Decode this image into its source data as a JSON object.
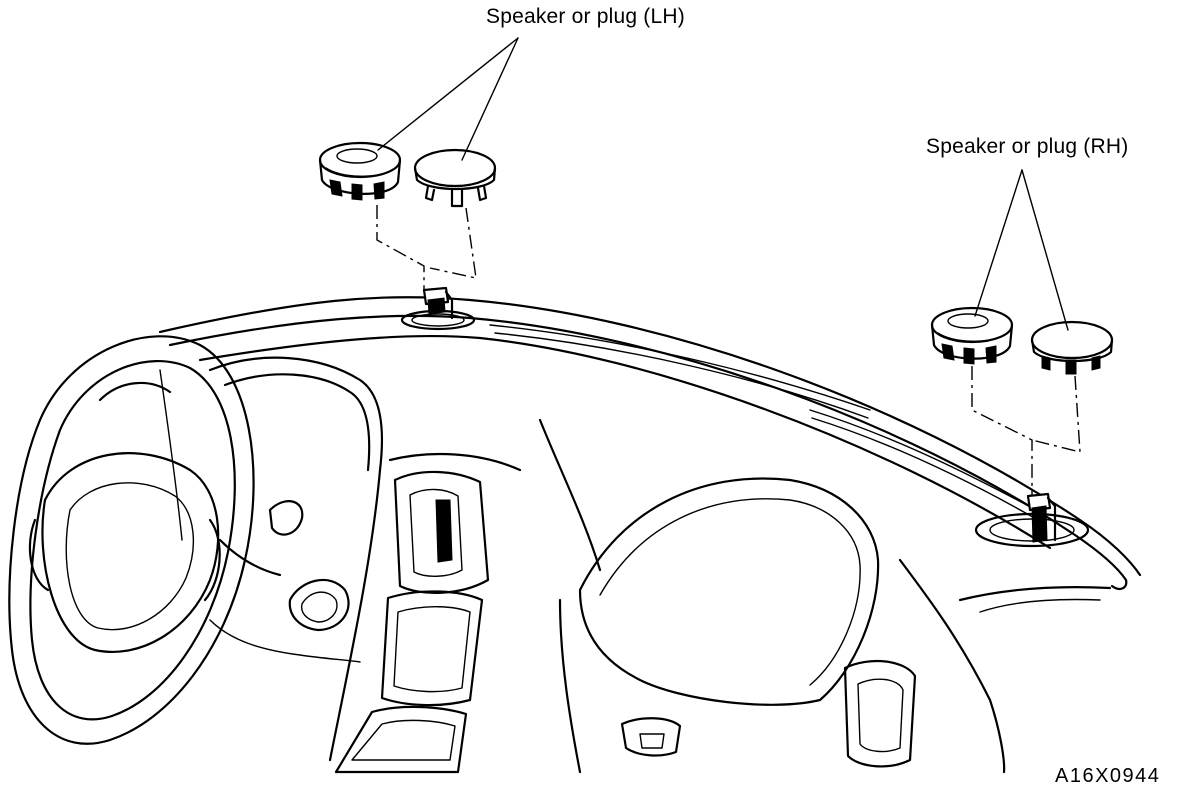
{
  "callouts": {
    "speaker_lh": "Speaker or plug (LH)",
    "speaker_rh": "Speaker or plug (RH)"
  },
  "figure_code": "A16X0944"
}
